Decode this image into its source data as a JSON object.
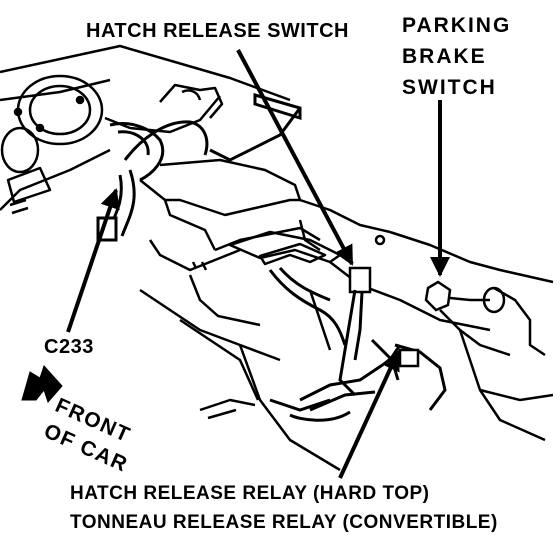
{
  "labels": {
    "hatch_release_switch": "HATCH RELEASE SWITCH",
    "parking_brake_switch": [
      "PARKING",
      "BRAKE",
      "SWITCH"
    ],
    "connector": "C233",
    "front_of_car": [
      "FRONT",
      "OF CAR"
    ],
    "hatch_release_relay": "HATCH RELEASE RELAY (HARD TOP)",
    "tonneau_release_relay": "TONNEAU RELEASE RELAY (CONVERTIBLE)"
  },
  "colors": {
    "ink": "#000000",
    "paper": "#ffffff"
  }
}
